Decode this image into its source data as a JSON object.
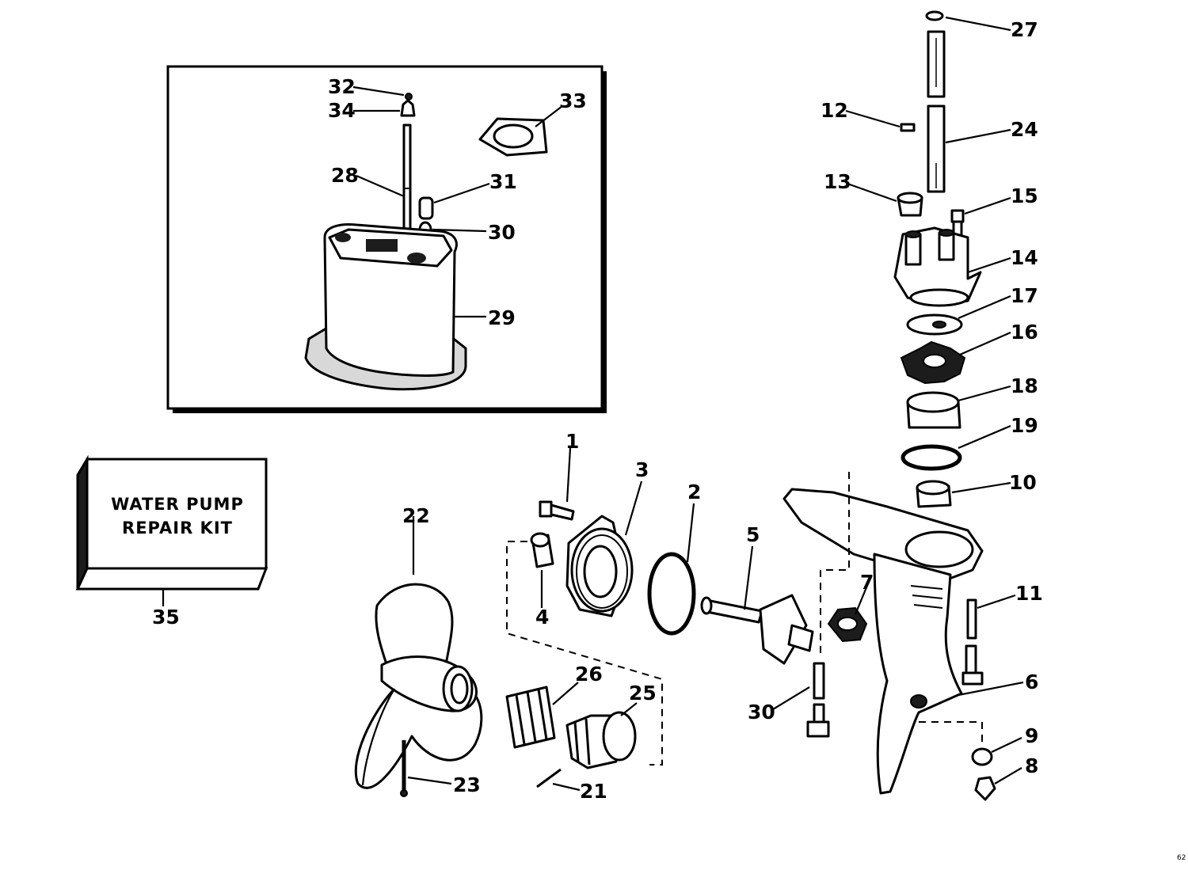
{
  "kit_label": {
    "line1": "WATER PUMP",
    "line2": "REPAIR KIT"
  },
  "callouts": {
    "c1": "1",
    "c2": "2",
    "c3": "3",
    "c4": "4",
    "c5": "5",
    "c6": "6",
    "c7": "7",
    "c8": "8",
    "c9": "9",
    "c10": "10",
    "c11": "11",
    "c12": "12",
    "c13": "13",
    "c14": "14",
    "c15": "15",
    "c16": "16",
    "c17": "17",
    "c18": "18",
    "c19": "19",
    "c21": "21",
    "c22": "22",
    "c23": "23",
    "c24": "24",
    "c25": "25",
    "c26": "26",
    "c27": "27",
    "c28": "28",
    "c29": "29",
    "c30a": "30",
    "c30b": "30",
    "c31": "31",
    "c32": "32",
    "c33": "33",
    "c34": "34",
    "c35": "35"
  },
  "corner_code": "62"
}
